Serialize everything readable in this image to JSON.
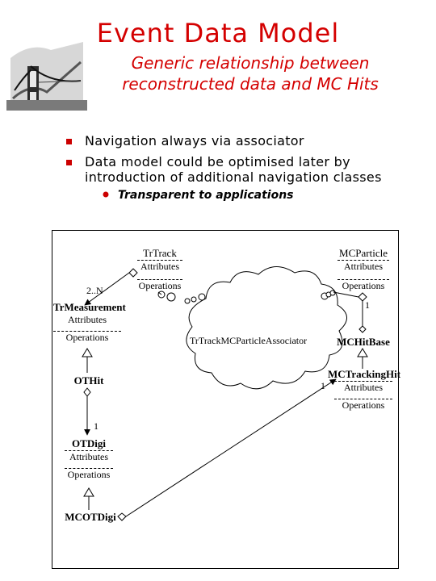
{
  "slide": {
    "title": "Event Data Model",
    "subtitle_line1": "Generic relationship between",
    "subtitle_line2": "reconstructed data and MC Hits"
  },
  "bullets": [
    {
      "text_line1": "Navigation always via associator"
    },
    {
      "text_line1": "Data model could be optimised later by",
      "text_line2": "introduction of additional navigation classes"
    }
  ],
  "sub_bullet": "Transparent to applications",
  "diagram": {
    "classes": {
      "trtrack": {
        "name": "TrTrack",
        "attr": "Attributes",
        "ops": "Operations"
      },
      "mcparticle": {
        "name": "MCParticle",
        "attr": "Attributes",
        "ops": "Operations"
      },
      "trmeasurement": {
        "name": "TrMeasurement",
        "attr": "Attributes",
        "ops": "Operations"
      },
      "othit": {
        "name": "OTHit"
      },
      "mchitbase": {
        "name": "MCHitBase"
      },
      "mctrackinghit": {
        "name": "MCTrackingHit",
        "attr": "Attributes",
        "ops": "Operations"
      },
      "otdigi": {
        "name": "OTDigi",
        "attr": "Attributes",
        "ops": "Operations"
      },
      "mcotdigi": {
        "name": "MCOTDigi"
      }
    },
    "associator": "TrTrackMCParticleAssociator",
    "multiplicities": {
      "two_n": "2..N",
      "one_mcparticle": "1",
      "one_mctrackinghit": "1",
      "one_otdigi": "1"
    }
  },
  "colors": {
    "title": "#d40000",
    "bullet": "#cc0000"
  }
}
